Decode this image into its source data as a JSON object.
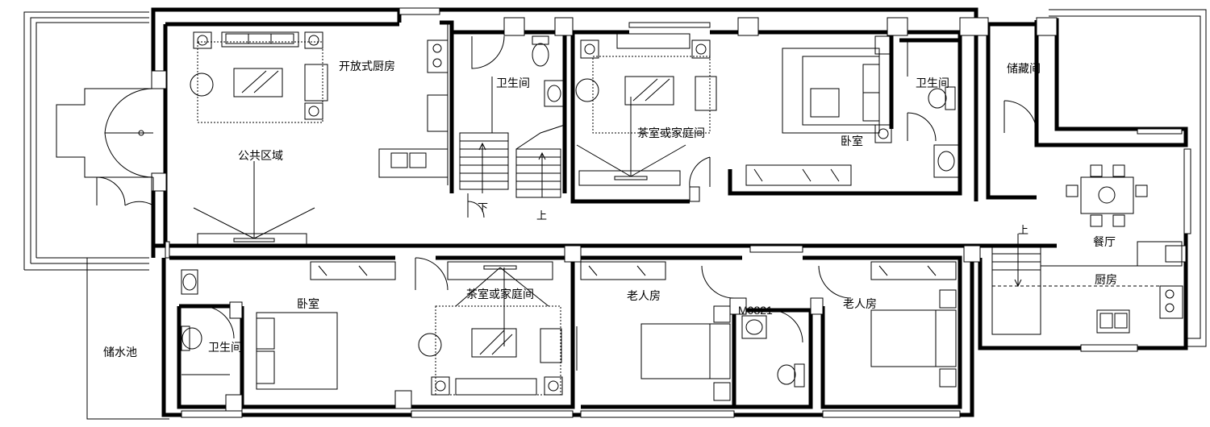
{
  "plan": {
    "rooms": {
      "open_kitchen": "开放式厨房",
      "public_area": "公共区域",
      "bath_top_left": "卫生间",
      "tea_room_top": "茶室或家庭间",
      "bedroom_top": "卧室",
      "bath_top_right": "卫生间",
      "storage": "储藏间",
      "dining": "餐厅",
      "kitchen": "厨房",
      "water_tank": "储水池",
      "bedroom_bottom": "卧室",
      "bath_bottom_left": "卫生间",
      "tea_room_bottom": "茶室或家庭间",
      "elder_room_1": "老人房",
      "elder_room_2": "老人房"
    },
    "stair_labels": {
      "down": "下",
      "up_center": "上",
      "up_right": "上"
    },
    "door_code": "M0821"
  }
}
